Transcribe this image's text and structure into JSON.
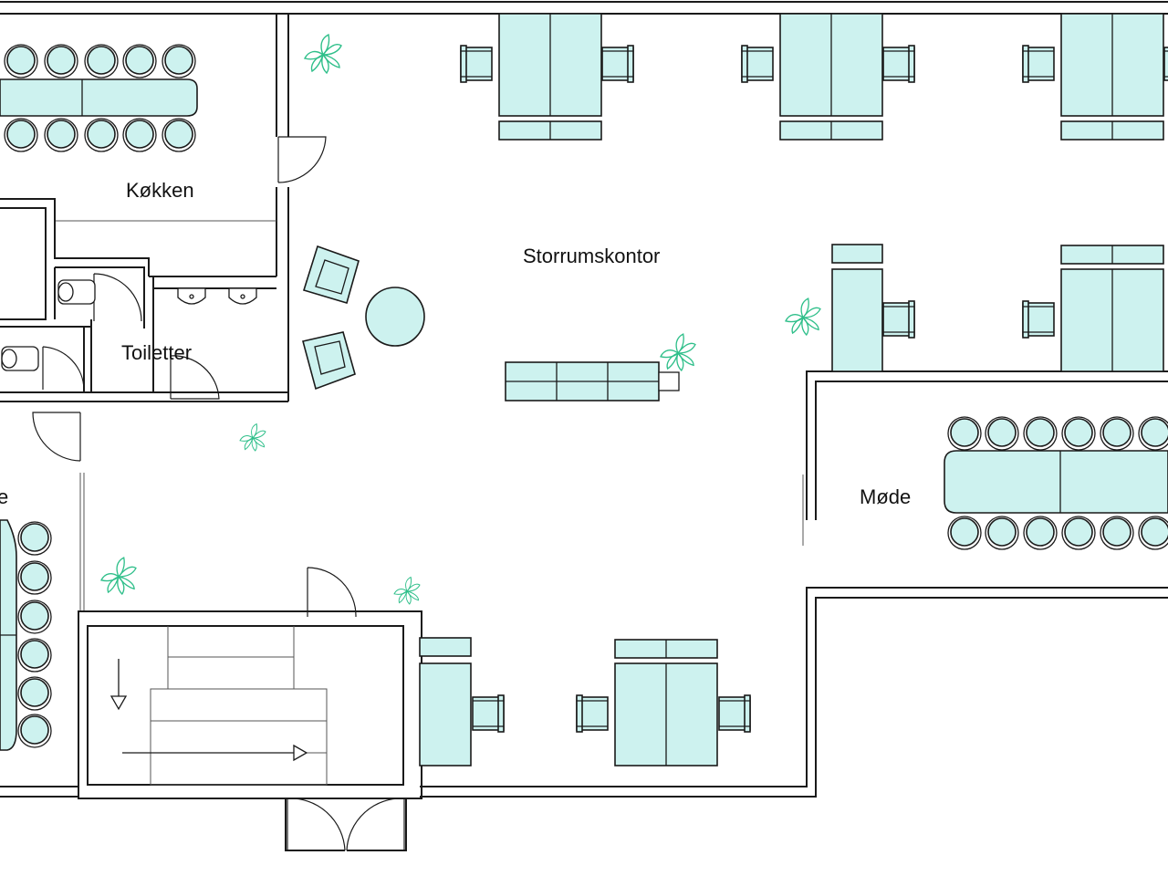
{
  "plan": {
    "colors": {
      "furniture_fill": "#cdf2ef",
      "walls": "#1a1a1a",
      "plants": "#2fbf8a",
      "background": "#ffffff"
    },
    "rooms": {
      "kitchen": "Køkken",
      "open_office": "Storrumskontor",
      "toilets": "Toiletter",
      "meeting": "Møde",
      "meeting_west": "e"
    },
    "icons": [
      "plant-icon",
      "desk-icon",
      "chair-icon",
      "door-swing-icon",
      "toilet-icon",
      "sink-icon",
      "staircase-icon",
      "armchair-icon"
    ]
  }
}
